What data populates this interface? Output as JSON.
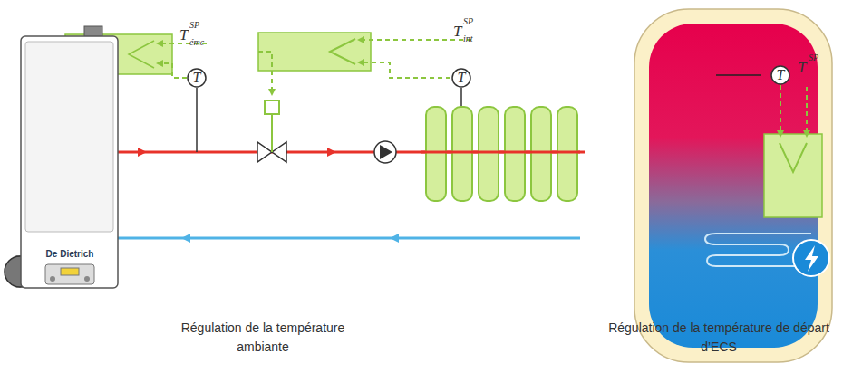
{
  "diagram": {
    "nodes": [
      {
        "text": [
          "De Dietrich"
        ]
      },
      {
        "text": [
          "T"
        ]
      },
      {
        "text": [
          "T"
        ]
      },
      {
        "text": [
          "T"
        ]
      }
    ],
    "labels": [
      "T",
      "SP",
      "émc",
      "T",
      "SP",
      "int",
      "T",
      "SP",
      "Régulation de la température ambiante",
      "Régulation de la température de départ d’ECS"
    ]
  }
}
